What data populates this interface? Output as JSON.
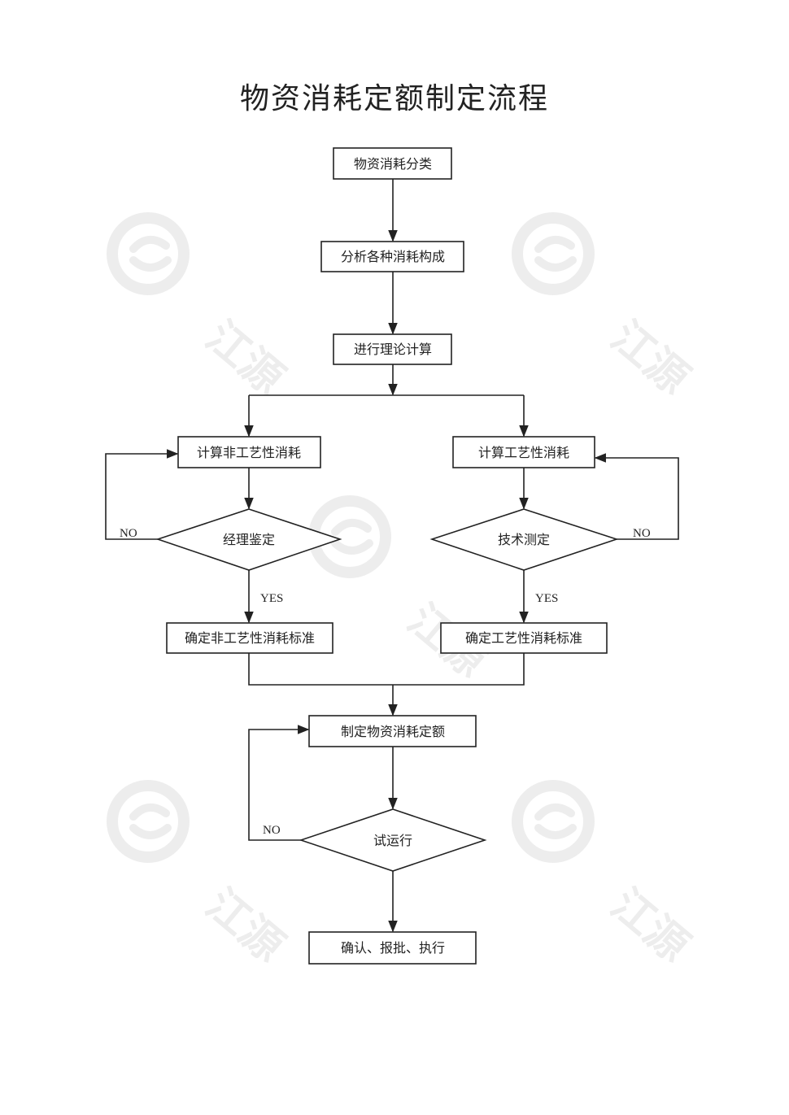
{
  "title": "物资消耗定额制定流程",
  "watermark": {
    "text": "江源"
  },
  "nodes": {
    "classify": "物资消耗分类",
    "analyze": "分析各种消耗构成",
    "theory": "进行理论计算",
    "calc_nonprocess": "计算非工艺性消耗",
    "calc_process": "计算工艺性消耗",
    "manager_review": "经理鉴定",
    "tech_measure": "技术测定",
    "std_nonprocess": "确定非工艺性消耗标准",
    "std_process": "确定工艺性消耗标准",
    "set_quota": "制定物资消耗定额",
    "trial_run": "试运行",
    "confirm": "确认、报批、执行"
  },
  "edges": {
    "no_left": "NO",
    "yes_left": "YES",
    "no_right": "NO",
    "yes_right": "YES",
    "no_trial": "NO"
  }
}
